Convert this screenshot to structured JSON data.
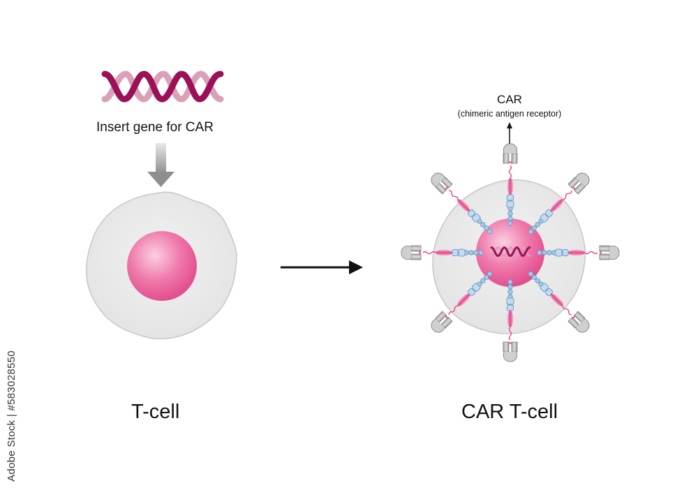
{
  "labels": {
    "insert_gene": "Insert gene for CAR",
    "t_cell": "T-cell",
    "car_t_cell": "CAR T-cell",
    "car": "CAR",
    "car_full": "(chimeric antigen receptor)"
  },
  "credit": "Adobe Stock | #583028550",
  "colors": {
    "nucleus": "#ea5f98",
    "helix_dark": "#9b1158",
    "helix_light": "#d9a0b7",
    "cell_body": "#e9e9e9",
    "cell_edge": "#c7c7c7",
    "receptor_gray": "#b9b9b9",
    "receptor_pink": "#e4478a",
    "bead_blue": "#a9c9e6",
    "arrow": "#111111"
  }
}
